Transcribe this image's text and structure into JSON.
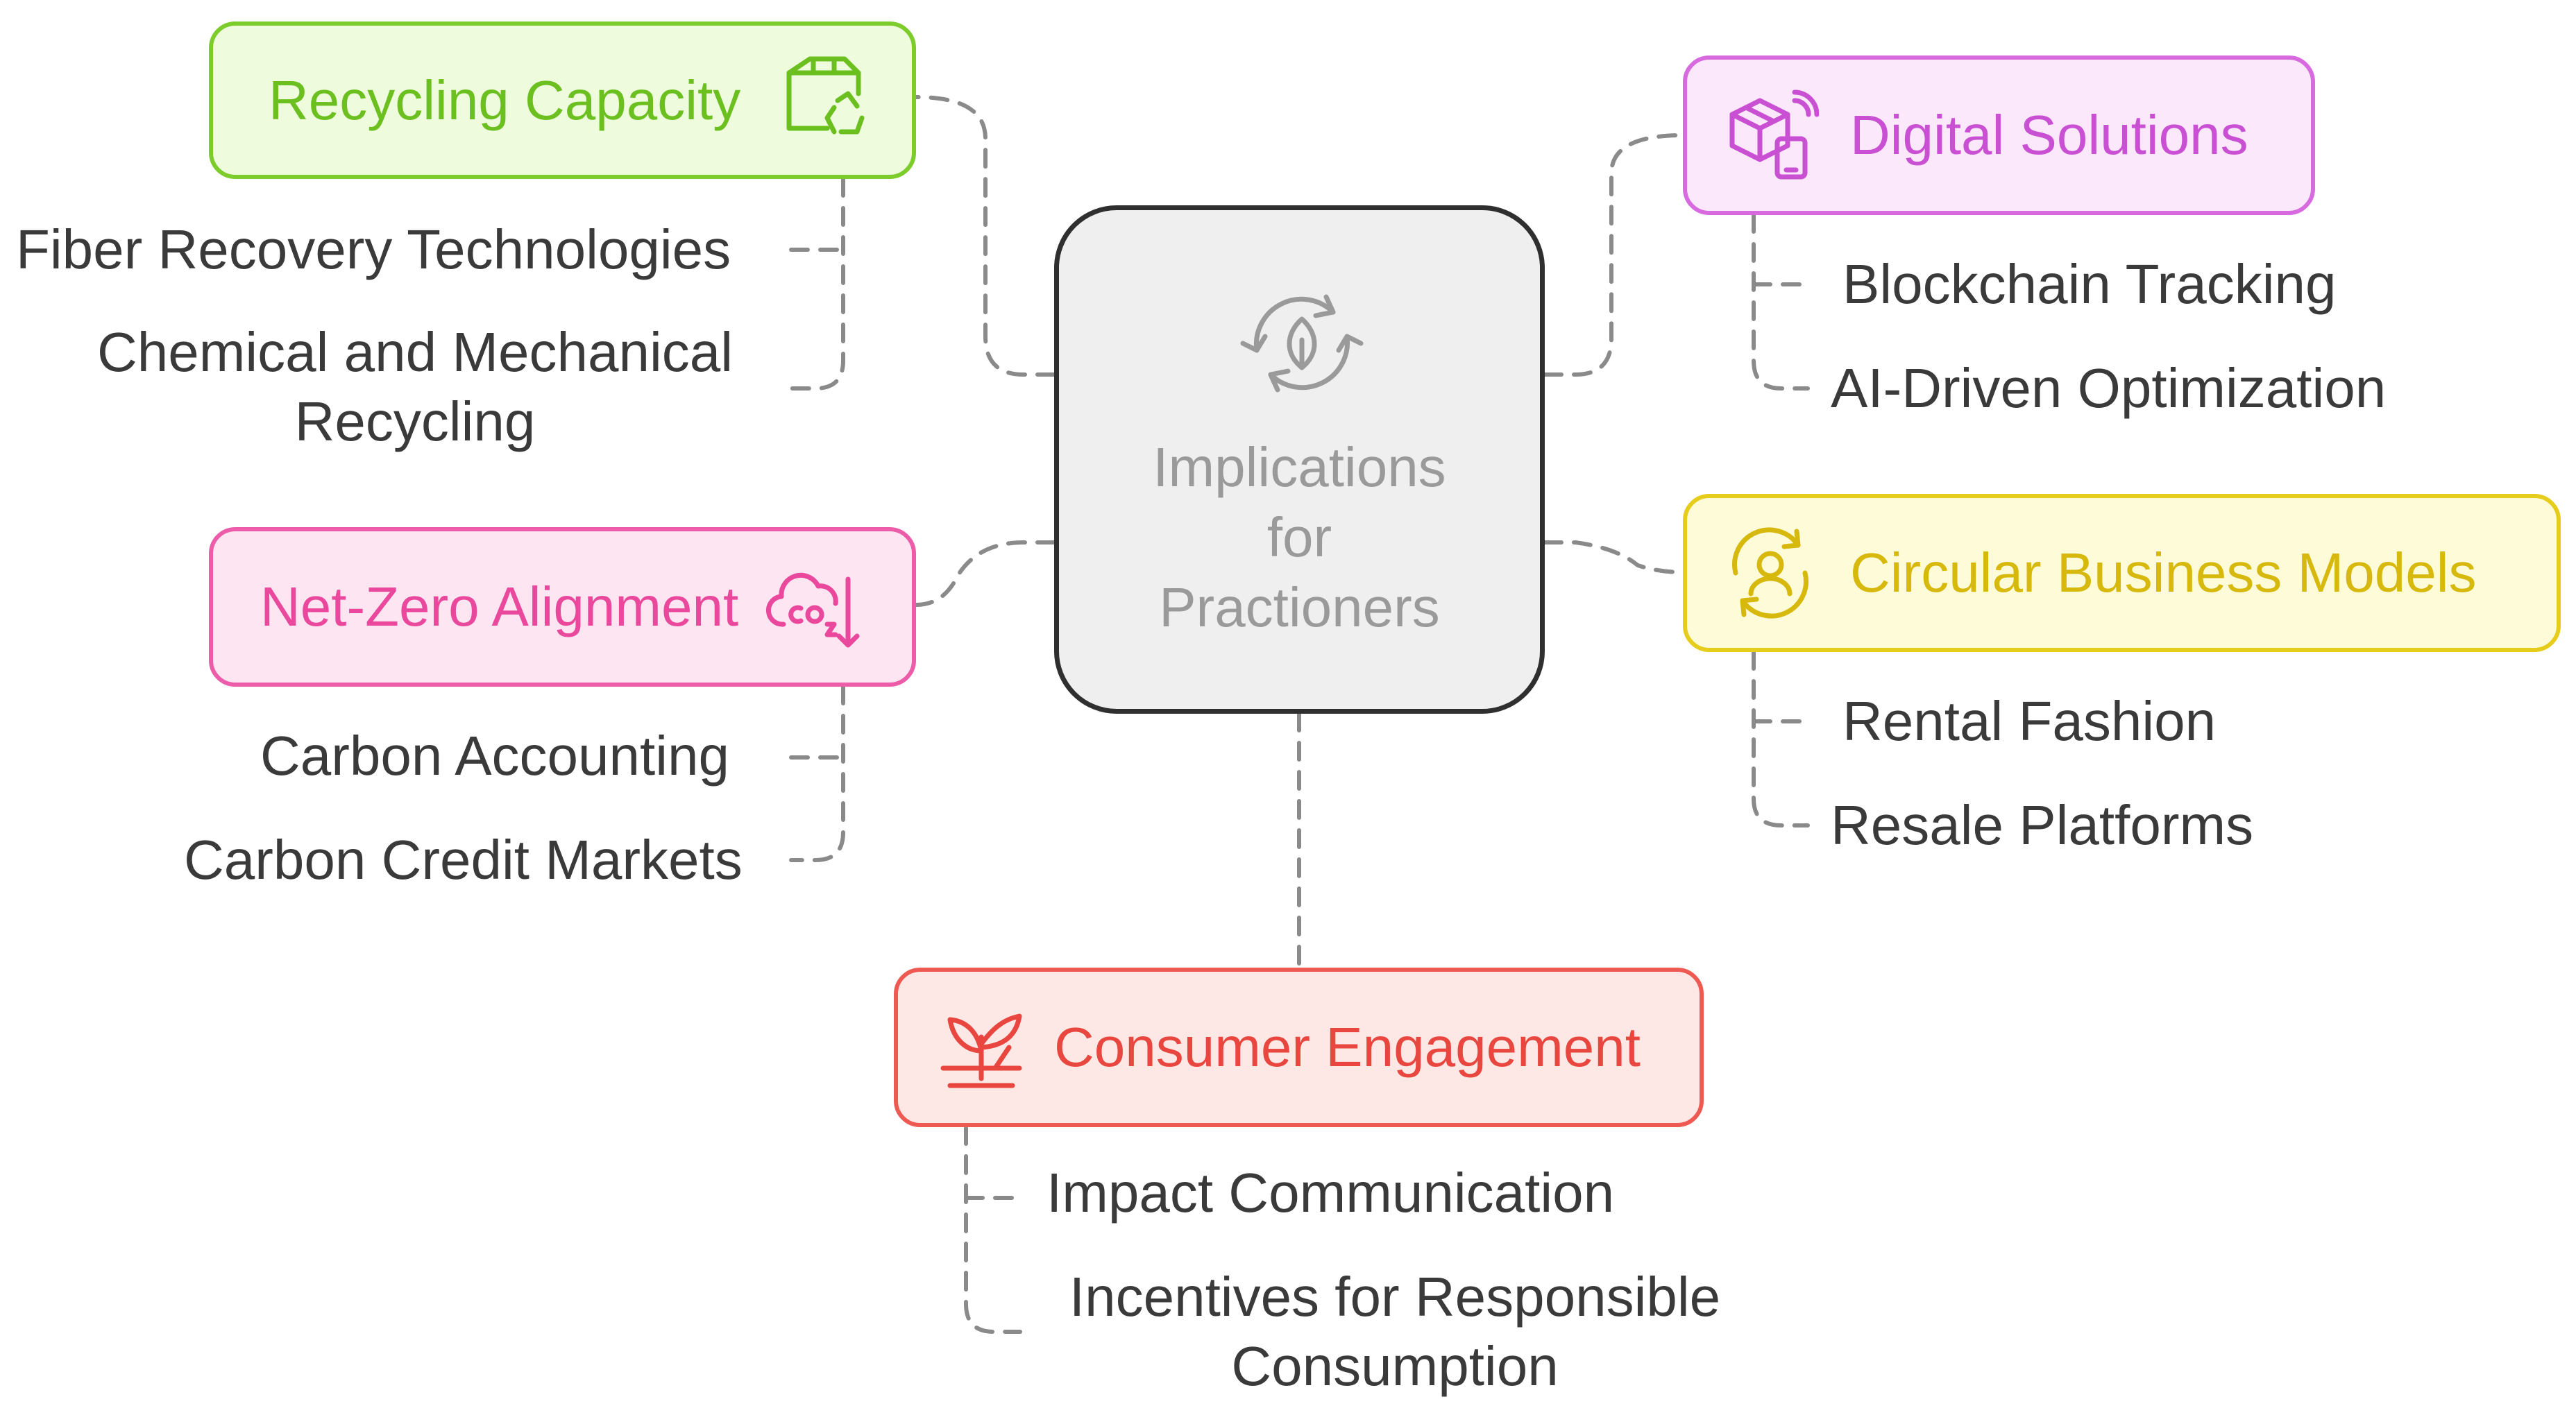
{
  "center": {
    "lines": [
      "Implications",
      "for",
      "Practioners"
    ],
    "icon": "recycle-leaf-icon",
    "colors": {
      "fill": "#efefef",
      "border": "#2f2f2f",
      "text": "#9a9a9a"
    }
  },
  "branches": [
    {
      "key": "recycling",
      "label": "Recycling Capacity",
      "icon": "box-recycle-icon",
      "colors": {
        "fill": "#eefbdc",
        "border": "#7ccc2c",
        "text": "#6bbf1f"
      },
      "items": [
        "Fiber Recovery Technologies",
        "Chemical and Mechanical Recycling"
      ]
    },
    {
      "key": "digital",
      "label": "Digital Solutions",
      "icon": "digital-package-icon",
      "colors": {
        "fill": "#fbe8fb",
        "border": "#d86ae0",
        "text": "#c94fd3"
      },
      "items": [
        "Blockchain Tracking",
        "AI-Driven Optimization"
      ]
    },
    {
      "key": "netzero",
      "label": "Net-Zero Alignment",
      "icon": "co2-down-icon",
      "colors": {
        "fill": "#fde6f1",
        "border": "#ec5ca8",
        "text": "#e9489c"
      },
      "items": [
        "Carbon Accounting",
        "Carbon Credit Markets"
      ]
    },
    {
      "key": "circular",
      "label": "Circular Business Models",
      "icon": "person-cycle-icon",
      "colors": {
        "fill": "#fefbd8",
        "border": "#e6cc1b",
        "text": "#d7b80c"
      },
      "items": [
        "Rental Fashion",
        "Resale Platforms"
      ]
    },
    {
      "key": "consumer",
      "label": "Consumer Engagement",
      "icon": "plant-sprout-icon",
      "colors": {
        "fill": "#fde8e6",
        "border": "#ee5a52",
        "text": "#e8463e"
      },
      "items": [
        "Impact Communication",
        "Incentives for Responsible Consumption"
      ]
    }
  ]
}
